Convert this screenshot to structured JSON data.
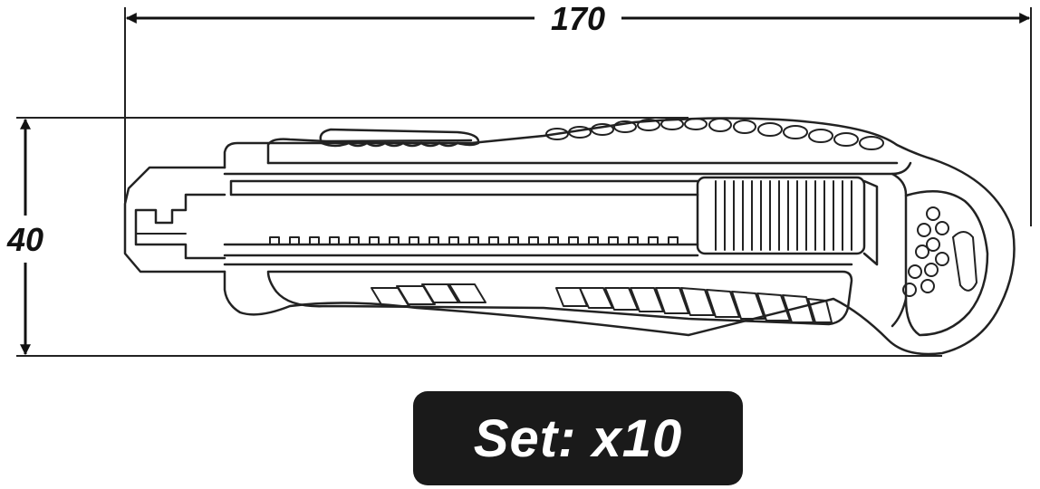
{
  "dimensions": {
    "length_label": "170",
    "height_label": "40"
  },
  "badge": {
    "text": "Set: x10"
  },
  "colors": {
    "line": "#222222",
    "badge_bg": "#1a1a1a",
    "badge_text": "#ffffff"
  }
}
